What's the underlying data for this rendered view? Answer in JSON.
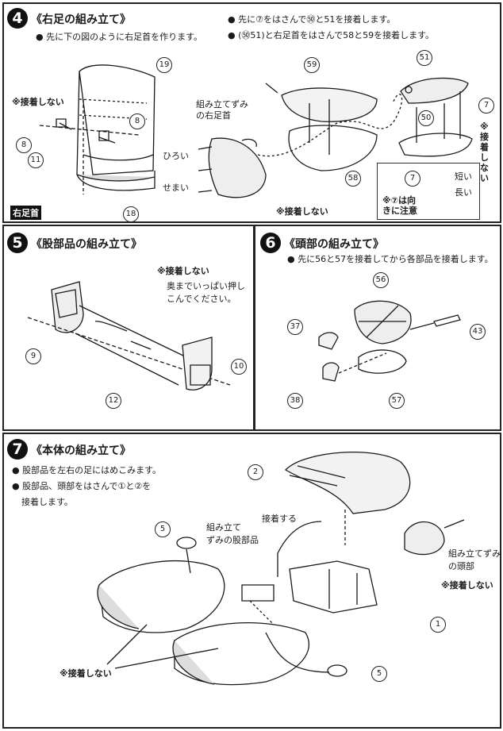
{
  "steps": [
    {
      "number": "4",
      "title": "《右足の組み立て》",
      "notes": [
        "先に下の図のように右足首を作ります。"
      ],
      "notes_right": [
        "先に⑦をはさんで㊿と51を接着します。",
        "(㊿51)と右足首をはさんで58と59を接着します。"
      ],
      "labels": {
        "no_glue_left": "※接着しない",
        "assembled_ankle": "組み立てずみ\nの右足首",
        "wide": "ひろい",
        "narrow": "せまい",
        "no_glue_bottom": "※接着しない",
        "no_glue_right": "※接着しない",
        "badge": "右足首",
        "inset_short": "短い",
        "inset_long": "長い",
        "inset_note": "※⑦は向\nきに注意"
      },
      "part_numbers": [
        "19",
        "8",
        "8",
        "11",
        "18",
        "59",
        "58",
        "51",
        "50",
        "7",
        "7"
      ]
    },
    {
      "number": "5",
      "title": "《股部品の組み立て》",
      "labels": {
        "no_glue": "※接着しない",
        "push_in": "奥までいっぱい押し\nこんでください。"
      },
      "part_numbers": [
        "9",
        "12",
        "10"
      ]
    },
    {
      "number": "6",
      "title": "《頭部の組み立て》",
      "notes": [
        "先に56と57を接着してから各部品を接着します。"
      ],
      "part_numbers": [
        "56",
        "37",
        "43",
        "38",
        "57"
      ]
    },
    {
      "number": "7",
      "title": "《本体の組み立て》",
      "notes": [
        "股部品を左右の足にはめこみます。",
        "股部品、頭部をはさんで①と②を",
        "接着します。"
      ],
      "labels": {
        "assembled_crotch": "組み立て\nずみの股部品",
        "glue": "接着する",
        "assembled_head": "組み立てずみ\nの頭部",
        "no_glue_head": "※接着しない",
        "no_glue_legs": "※接着しない"
      },
      "part_numbers": [
        "2",
        "5",
        "1",
        "5"
      ]
    }
  ],
  "colors": {
    "ink": "#1a1a1a",
    "paper": "#ffffff"
  },
  "icons": [
    "step-number-badge",
    "part-callout-circle",
    "arrow-callout"
  ]
}
